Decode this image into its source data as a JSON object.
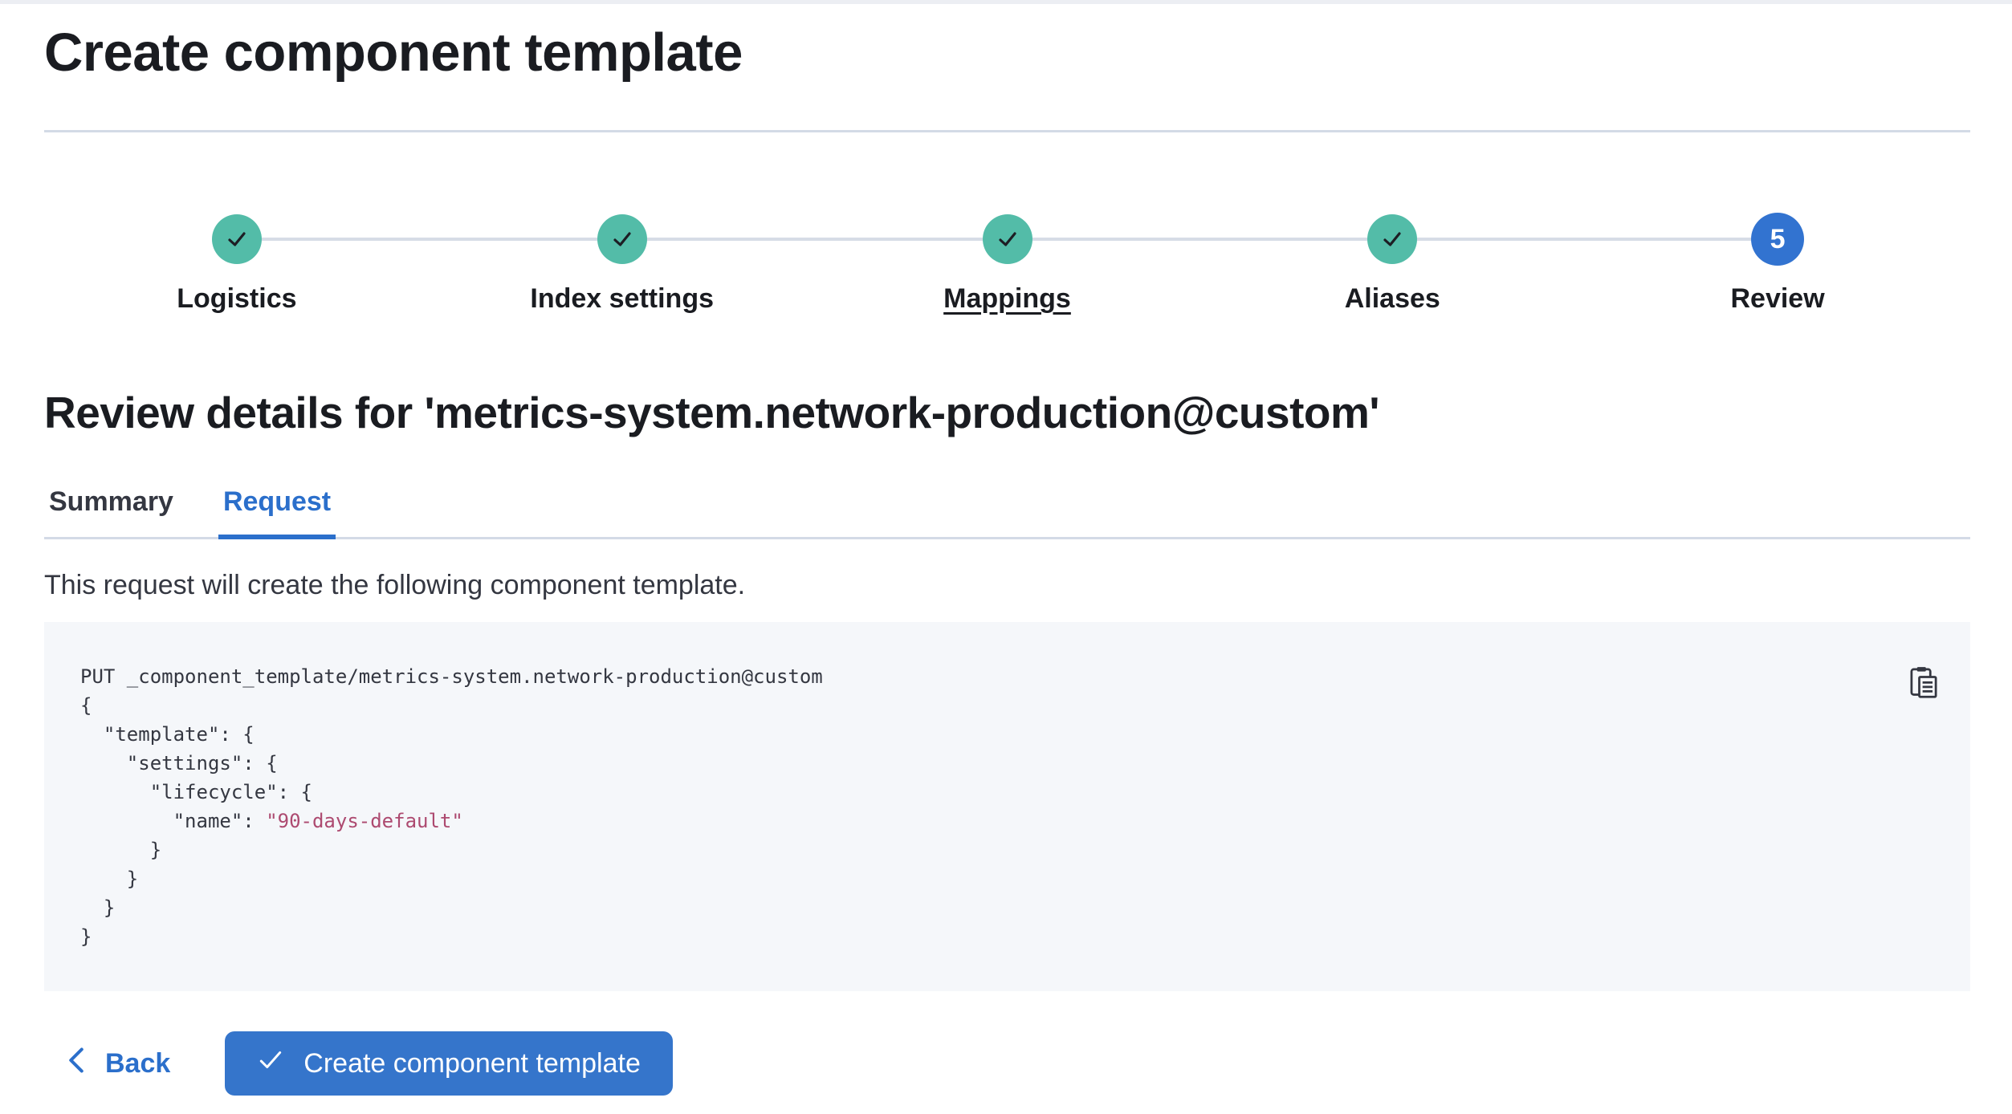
{
  "page": {
    "title": "Create component template"
  },
  "stepper": {
    "steps": [
      {
        "label": "Logistics",
        "status": "complete"
      },
      {
        "label": "Index settings",
        "status": "complete"
      },
      {
        "label": "Mappings",
        "status": "complete",
        "underlined": true
      },
      {
        "label": "Aliases",
        "status": "complete"
      },
      {
        "label": "Review",
        "status": "current",
        "number": "5"
      }
    ]
  },
  "review": {
    "heading": "Review details for 'metrics-system.network-production@custom'",
    "tabs": [
      {
        "label": "Summary",
        "active": false
      },
      {
        "label": "Request",
        "active": true
      }
    ],
    "description": "This request will create the following component template."
  },
  "code": {
    "request_line": "PUT _component_template/metrics-system.network-production@custom",
    "open_lines": [
      "{",
      "  \"template\": {",
      "    \"settings\": {",
      "      \"lifecycle\": {"
    ],
    "name_line_prefix": "        \"name\": ",
    "name_line_value": "\"90-days-default\"",
    "close_lines": [
      "      }",
      "    }",
      "  }",
      "}"
    ],
    "copy_icon": "copy-clipboard-icon"
  },
  "footer": {
    "back_label": "Back",
    "submit_label": "Create component template"
  },
  "colors": {
    "accent_blue": "#3273d0",
    "success_teal": "#53bca8",
    "divider": "#d3dae6",
    "code_background": "#f5f7fa",
    "code_text": "#343741",
    "code_string": "#ad4a70",
    "title_text": "#1a1c21"
  }
}
